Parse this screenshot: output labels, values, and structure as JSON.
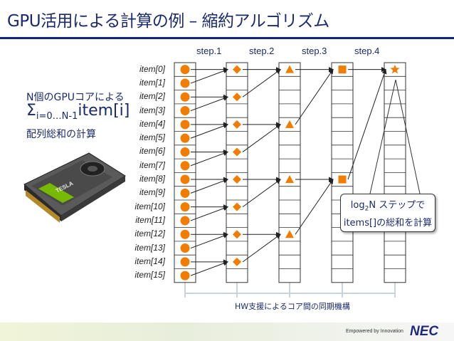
{
  "title": "GPU活用による計算の例 – 縮約アルゴリズム",
  "description": {
    "line1": "N個のGPUコアによる",
    "sigma_main": "Σ",
    "sigma_sub": "i=0…N-1",
    "sigma_tail": "item[i]",
    "line3": "配列総和の計算"
  },
  "steps": [
    "step.1",
    "step.2",
    "step.3",
    "step.4"
  ],
  "items": [
    "item[0]",
    "item[1]",
    "item[2]",
    "item[3]",
    "item[4]",
    "item[5]",
    "item[6]",
    "item[7]",
    "item[8]",
    "item[9]",
    "item[10]",
    "item[11]",
    "item[12]",
    "item[13]",
    "item[14]",
    "item[15]"
  ],
  "columns": [
    {
      "shape": "circle",
      "marked": [
        0,
        1,
        2,
        3,
        4,
        5,
        6,
        7,
        8,
        9,
        10,
        11,
        12,
        13,
        14,
        15
      ]
    },
    {
      "shape": "diamond",
      "marked": [
        0,
        2,
        4,
        6,
        8,
        10,
        12,
        14
      ]
    },
    {
      "shape": "triangle",
      "marked": [
        0,
        4,
        8,
        12
      ]
    },
    {
      "shape": "square",
      "marked": [
        0,
        8
      ]
    },
    {
      "shape": "star",
      "marked": [
        0
      ]
    }
  ],
  "callout": {
    "pre": "log",
    "sub": "2",
    "post": "N ステップで",
    "line2": "items[]の総和を計算"
  },
  "hw_label": "HW支援によるコア間の同期機構",
  "footer": {
    "tagline": "Empowered by Innovation",
    "brand": "NEC",
    "card_lettering": "TESLA"
  },
  "colors": {
    "accent": "#f07c00",
    "title": "#1a2a6c",
    "grid": "#333333",
    "sync": "#c8d4dc"
  }
}
